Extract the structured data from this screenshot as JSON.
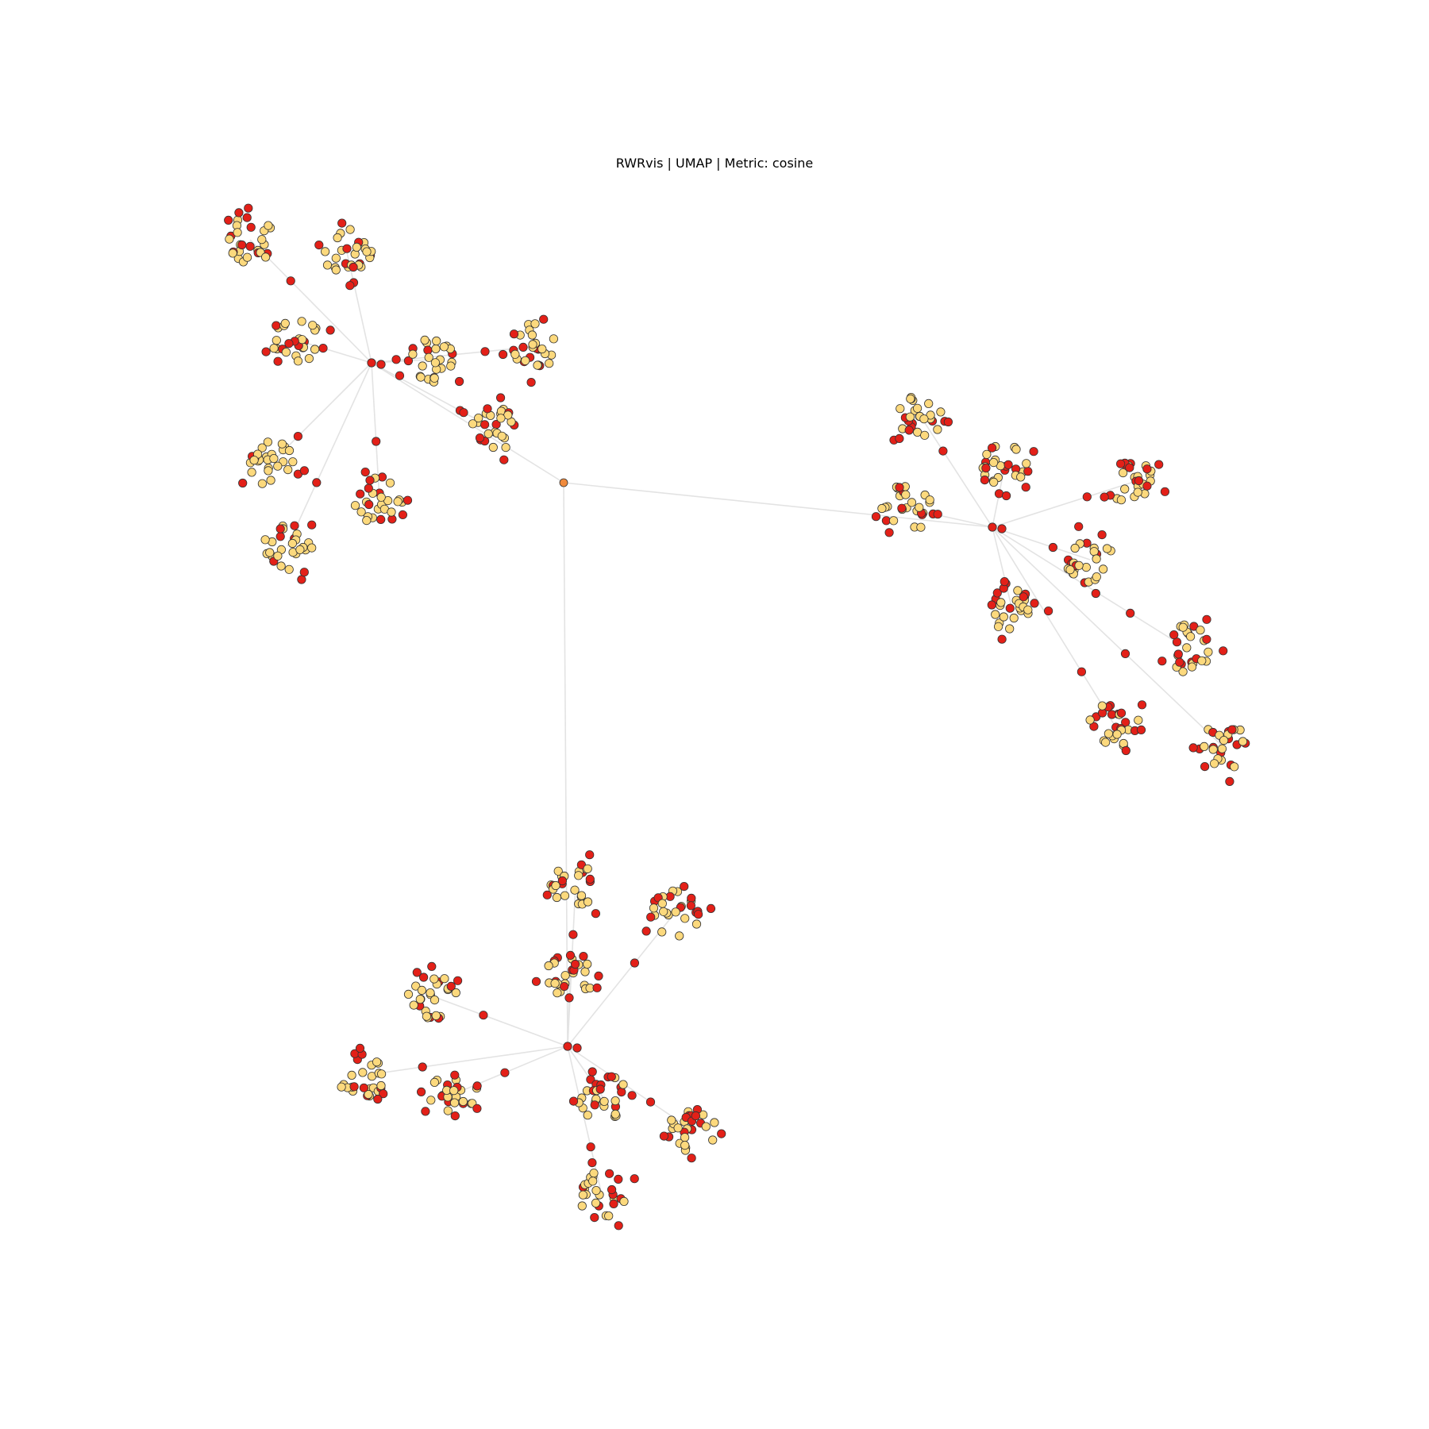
{
  "title": "RWRvis | UMAP | Metric: cosine",
  "colors": {
    "background": "#ffffff",
    "edge": "#e3e3e3",
    "node_outline": "#333333",
    "seed_node": "#e32018",
    "neighbor_node": "#fcd97d",
    "root_node": "#f08a3c"
  },
  "chart_data": {
    "type": "scatter",
    "title": "RWRvis | UMAP | Metric: cosine",
    "xlabel": "",
    "ylabel": "",
    "axes_visible": false,
    "grid": false,
    "root": [
      710,
      608
    ],
    "clusters": [
      {
        "hub": [
          468,
          457
        ],
        "members": [
          {
            "center": [
              315,
              302
            ],
            "count": 26,
            "red_ratio": 0.3
          },
          {
            "center": [
              437,
              318
            ],
            "count": 26,
            "red_ratio": 0.3
          },
          {
            "center": [
              372,
              428
            ],
            "count": 26,
            "red_ratio": 0.3
          },
          {
            "center": [
              543,
              453
            ],
            "count": 26,
            "red_ratio": 0.3
          },
          {
            "center": [
              670,
              437
            ],
            "count": 26,
            "red_ratio": 0.3
          },
          {
            "center": [
              622,
              540
            ],
            "count": 26,
            "red_ratio": 0.3
          },
          {
            "center": [
              340,
              585
            ],
            "count": 26,
            "red_ratio": 0.3
          },
          {
            "center": [
              478,
              630
            ],
            "count": 26,
            "red_ratio": 0.3
          },
          {
            "center": [
              362,
              688
            ],
            "count": 26,
            "red_ratio": 0.3
          }
        ]
      },
      {
        "hub": [
          1250,
          664
        ],
        "members": [
          {
            "center": [
              1160,
              525
            ],
            "count": 26,
            "red_ratio": 0.3
          },
          {
            "center": [
              1265,
              590
            ],
            "count": 26,
            "red_ratio": 0.3
          },
          {
            "center": [
              1425,
              608
            ],
            "count": 26,
            "red_ratio": 0.3
          },
          {
            "center": [
              1142,
              640
            ],
            "count": 26,
            "red_ratio": 0.3
          },
          {
            "center": [
              1373,
              705
            ],
            "count": 26,
            "red_ratio": 0.3
          },
          {
            "center": [
              1275,
              768
            ],
            "count": 26,
            "red_ratio": 0.3
          },
          {
            "center": [
              1495,
              817
            ],
            "count": 26,
            "red_ratio": 0.3
          },
          {
            "center": [
              1403,
              912
            ],
            "count": 26,
            "red_ratio": 0.3
          },
          {
            "center": [
              1540,
              940
            ],
            "count": 26,
            "red_ratio": 0.3
          }
        ]
      },
      {
        "hub": [
          715,
          1318
        ],
        "members": [
          {
            "center": [
              725,
              1115
            ],
            "count": 26,
            "red_ratio": 0.3
          },
          {
            "center": [
              850,
              1150
            ],
            "count": 26,
            "red_ratio": 0.3
          },
          {
            "center": [
              718,
              1228
            ],
            "count": 26,
            "red_ratio": 0.3
          },
          {
            "center": [
              545,
              1255
            ],
            "count": 26,
            "red_ratio": 0.3
          },
          {
            "center": [
              455,
              1355
            ],
            "count": 26,
            "red_ratio": 0.3
          },
          {
            "center": [
              572,
              1378
            ],
            "count": 26,
            "red_ratio": 0.3
          },
          {
            "center": [
              760,
              1383
            ],
            "count": 26,
            "red_ratio": 0.3
          },
          {
            "center": [
              870,
              1422
            ],
            "count": 26,
            "red_ratio": 0.3
          },
          {
            "center": [
              758,
              1505
            ],
            "count": 26,
            "red_ratio": 0.3
          }
        ]
      }
    ]
  }
}
